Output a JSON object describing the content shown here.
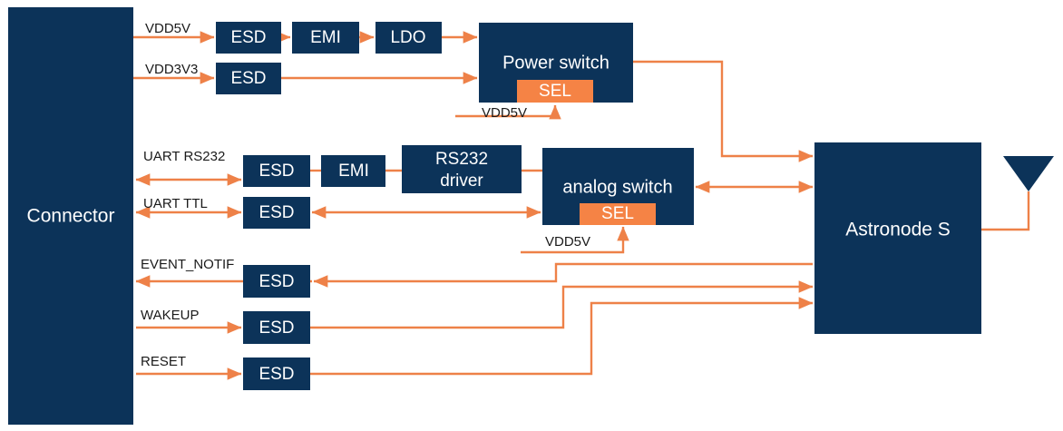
{
  "colors": {
    "block_fill": "#0c3359",
    "sel_fill": "#f58345",
    "wire": "#ee8148",
    "block_text": "#ffffff",
    "signal_text": "#1a1a1a",
    "background": "#ffffff"
  },
  "blocks": {
    "connector": {
      "label": "Connector"
    },
    "power_switch": {
      "label": "Power switch",
      "sel_label": "SEL"
    },
    "analog_switch": {
      "label": "analog switch",
      "sel_label": "SEL"
    },
    "astronode": {
      "label": "Astronode S"
    },
    "rs232_driver": {
      "label_line1": "RS232",
      "label_line2": "driver"
    },
    "esd_vdd5v": {
      "label": "ESD"
    },
    "emi_vdd5v": {
      "label": "EMI"
    },
    "ldo": {
      "label": "LDO"
    },
    "esd_vdd3v3": {
      "label": "ESD"
    },
    "esd_uart_rs232": {
      "label": "ESD"
    },
    "emi_uart_rs232": {
      "label": "EMI"
    },
    "esd_uart_ttl": {
      "label": "ESD"
    },
    "esd_event_notif": {
      "label": "ESD"
    },
    "esd_wakeup": {
      "label": "ESD"
    },
    "esd_reset": {
      "label": "ESD"
    }
  },
  "signals": {
    "vdd5v": "VDD5V",
    "vdd3v3": "VDD3V3",
    "uart_rs232": "UART RS232",
    "uart_ttl": "UART TTL",
    "event_notif": "EVENT_NOTIF",
    "wakeup": "WAKEUP",
    "reset": "RESET",
    "power_sel_source": "VDD5V",
    "analog_sel_source": "VDD5V"
  },
  "antenna": {
    "name": "antenna"
  }
}
